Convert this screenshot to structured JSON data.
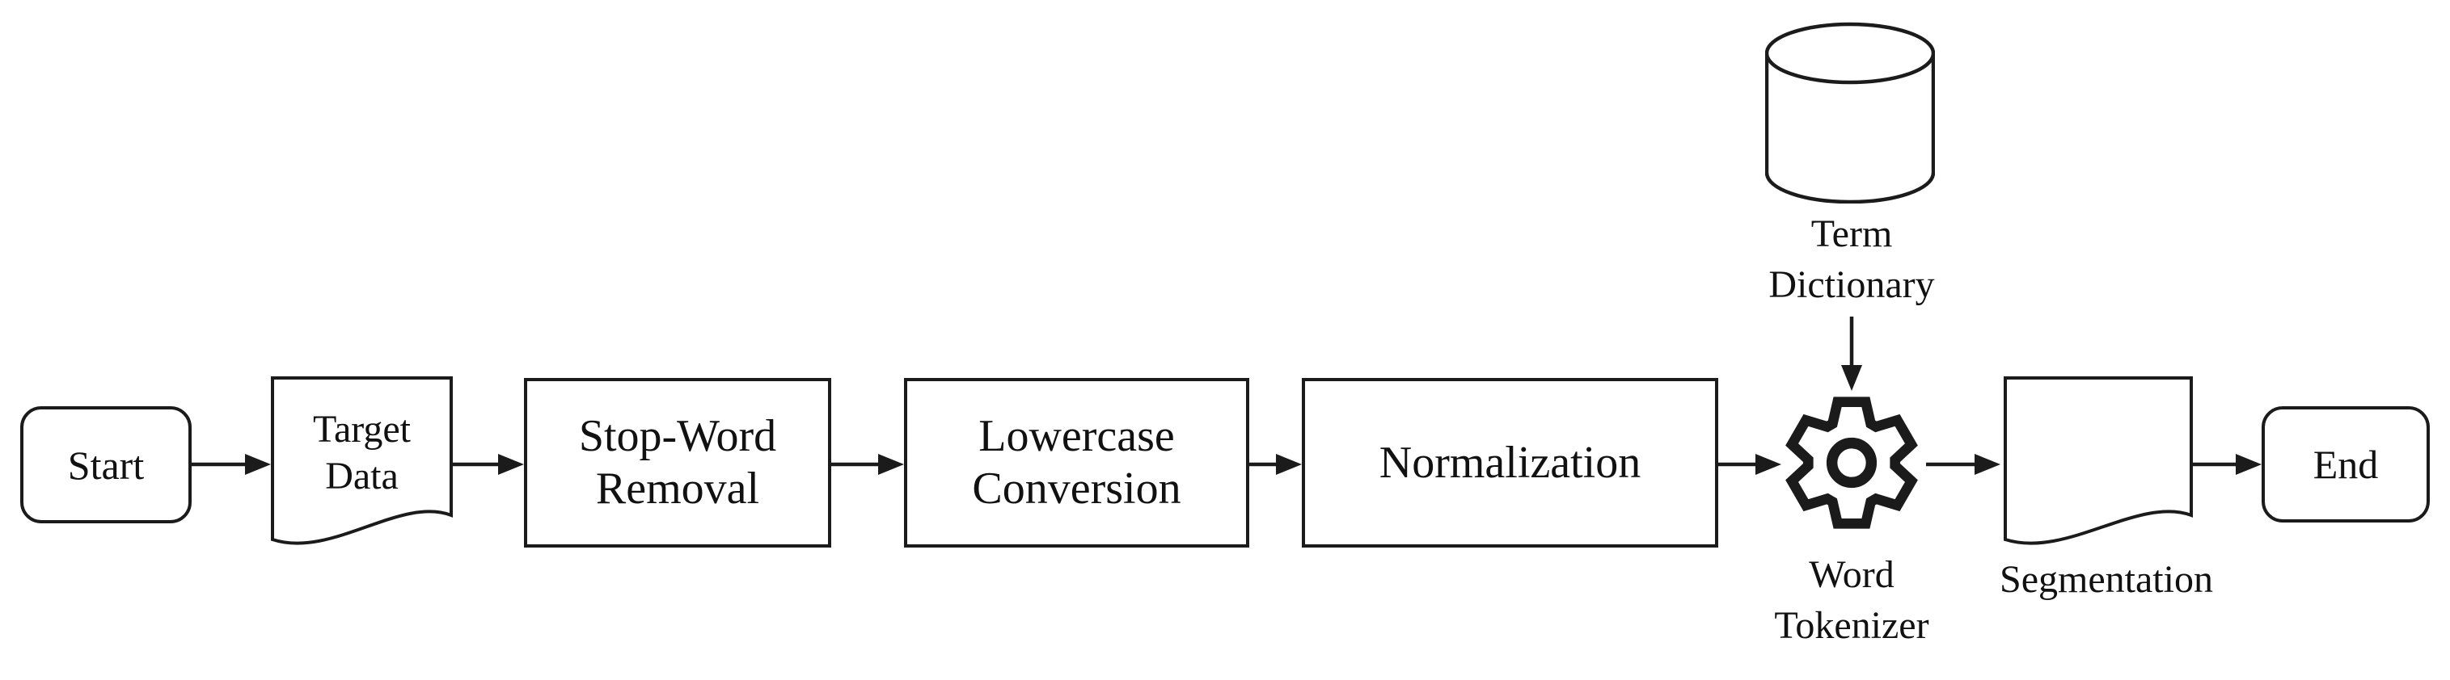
{
  "diagram": {
    "type": "flowchart",
    "colors": {
      "stroke": "#1b1b1b",
      "fill": "#ffffff",
      "text": "#111111"
    },
    "nodes": {
      "start": {
        "label": "Start",
        "shape": "terminator"
      },
      "target_data": {
        "label": "Target Data",
        "shape": "document"
      },
      "stop_word_removal": {
        "label": "Stop-Word Removal",
        "shape": "process"
      },
      "lowercase_conversion": {
        "label": "Lowercase Conversion",
        "shape": "process"
      },
      "normalization": {
        "label": "Normalization",
        "shape": "process"
      },
      "term_dictionary": {
        "label": "Term Dictionary",
        "shape": "database-cylinder"
      },
      "word_tokenizer": {
        "label": "Word Tokenizer",
        "shape": "gear"
      },
      "segmentation": {
        "label": "Segmentation",
        "shape": "document"
      },
      "end": {
        "label": "End",
        "shape": "terminator"
      }
    },
    "edges": [
      {
        "from": "start",
        "to": "target_data"
      },
      {
        "from": "target_data",
        "to": "stop_word_removal"
      },
      {
        "from": "stop_word_removal",
        "to": "lowercase_conversion"
      },
      {
        "from": "lowercase_conversion",
        "to": "normalization"
      },
      {
        "from": "normalization",
        "to": "word_tokenizer"
      },
      {
        "from": "term_dictionary",
        "to": "word_tokenizer"
      },
      {
        "from": "word_tokenizer",
        "to": "segmentation"
      },
      {
        "from": "segmentation",
        "to": "end"
      }
    ]
  }
}
